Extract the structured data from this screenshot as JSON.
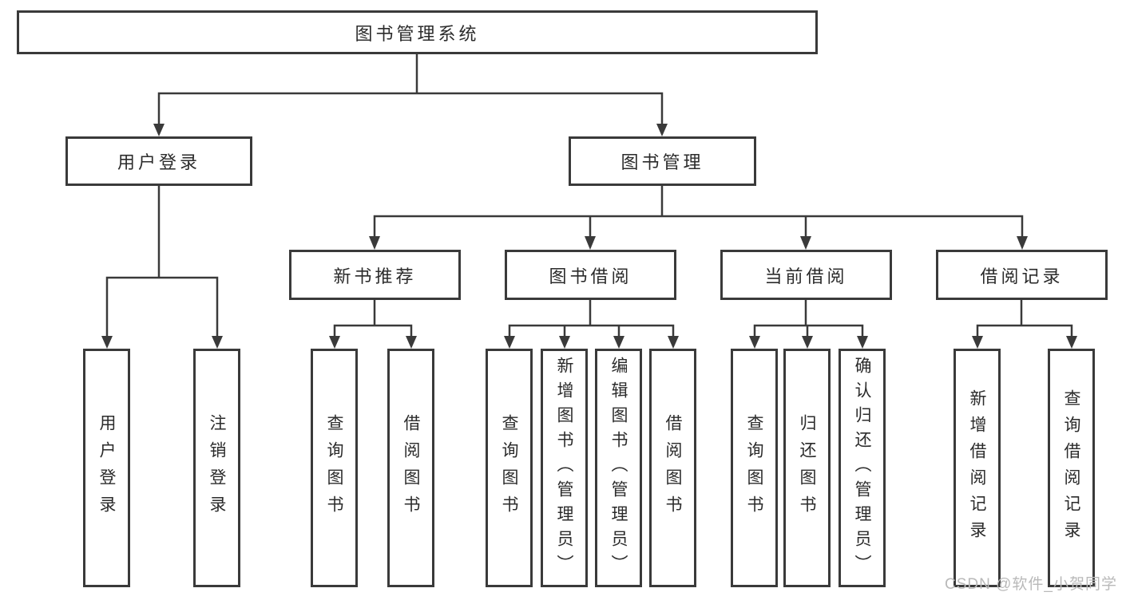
{
  "title": "图书管理系统",
  "level2": [
    {
      "label": "用户登录"
    },
    {
      "label": "图书管理"
    }
  ],
  "level3": [
    {
      "label": "新书推荐"
    },
    {
      "label": "图书借阅"
    },
    {
      "label": "当前借阅"
    },
    {
      "label": "借阅记录"
    }
  ],
  "leaves": [
    {
      "label": "用户登录"
    },
    {
      "label": "注销登录"
    },
    {
      "label": "查询图书"
    },
    {
      "label": "借阅图书"
    },
    {
      "label": "查询图书"
    },
    {
      "label": "新增图书（管理员）"
    },
    {
      "label": "编辑图书（管理员）"
    },
    {
      "label": "借阅图书"
    },
    {
      "label": "查询图书"
    },
    {
      "label": "归还图书"
    },
    {
      "label": "确认归还（管理员）"
    },
    {
      "label": "新增借阅记录"
    },
    {
      "label": "查询借阅记录"
    }
  ],
  "watermark": "CSDN @软件_小贺同学",
  "colors": {
    "line": "#3a3a3a",
    "text": "#2b2b2b",
    "watermark": "#b9b9b9",
    "background": "#ffffff"
  }
}
